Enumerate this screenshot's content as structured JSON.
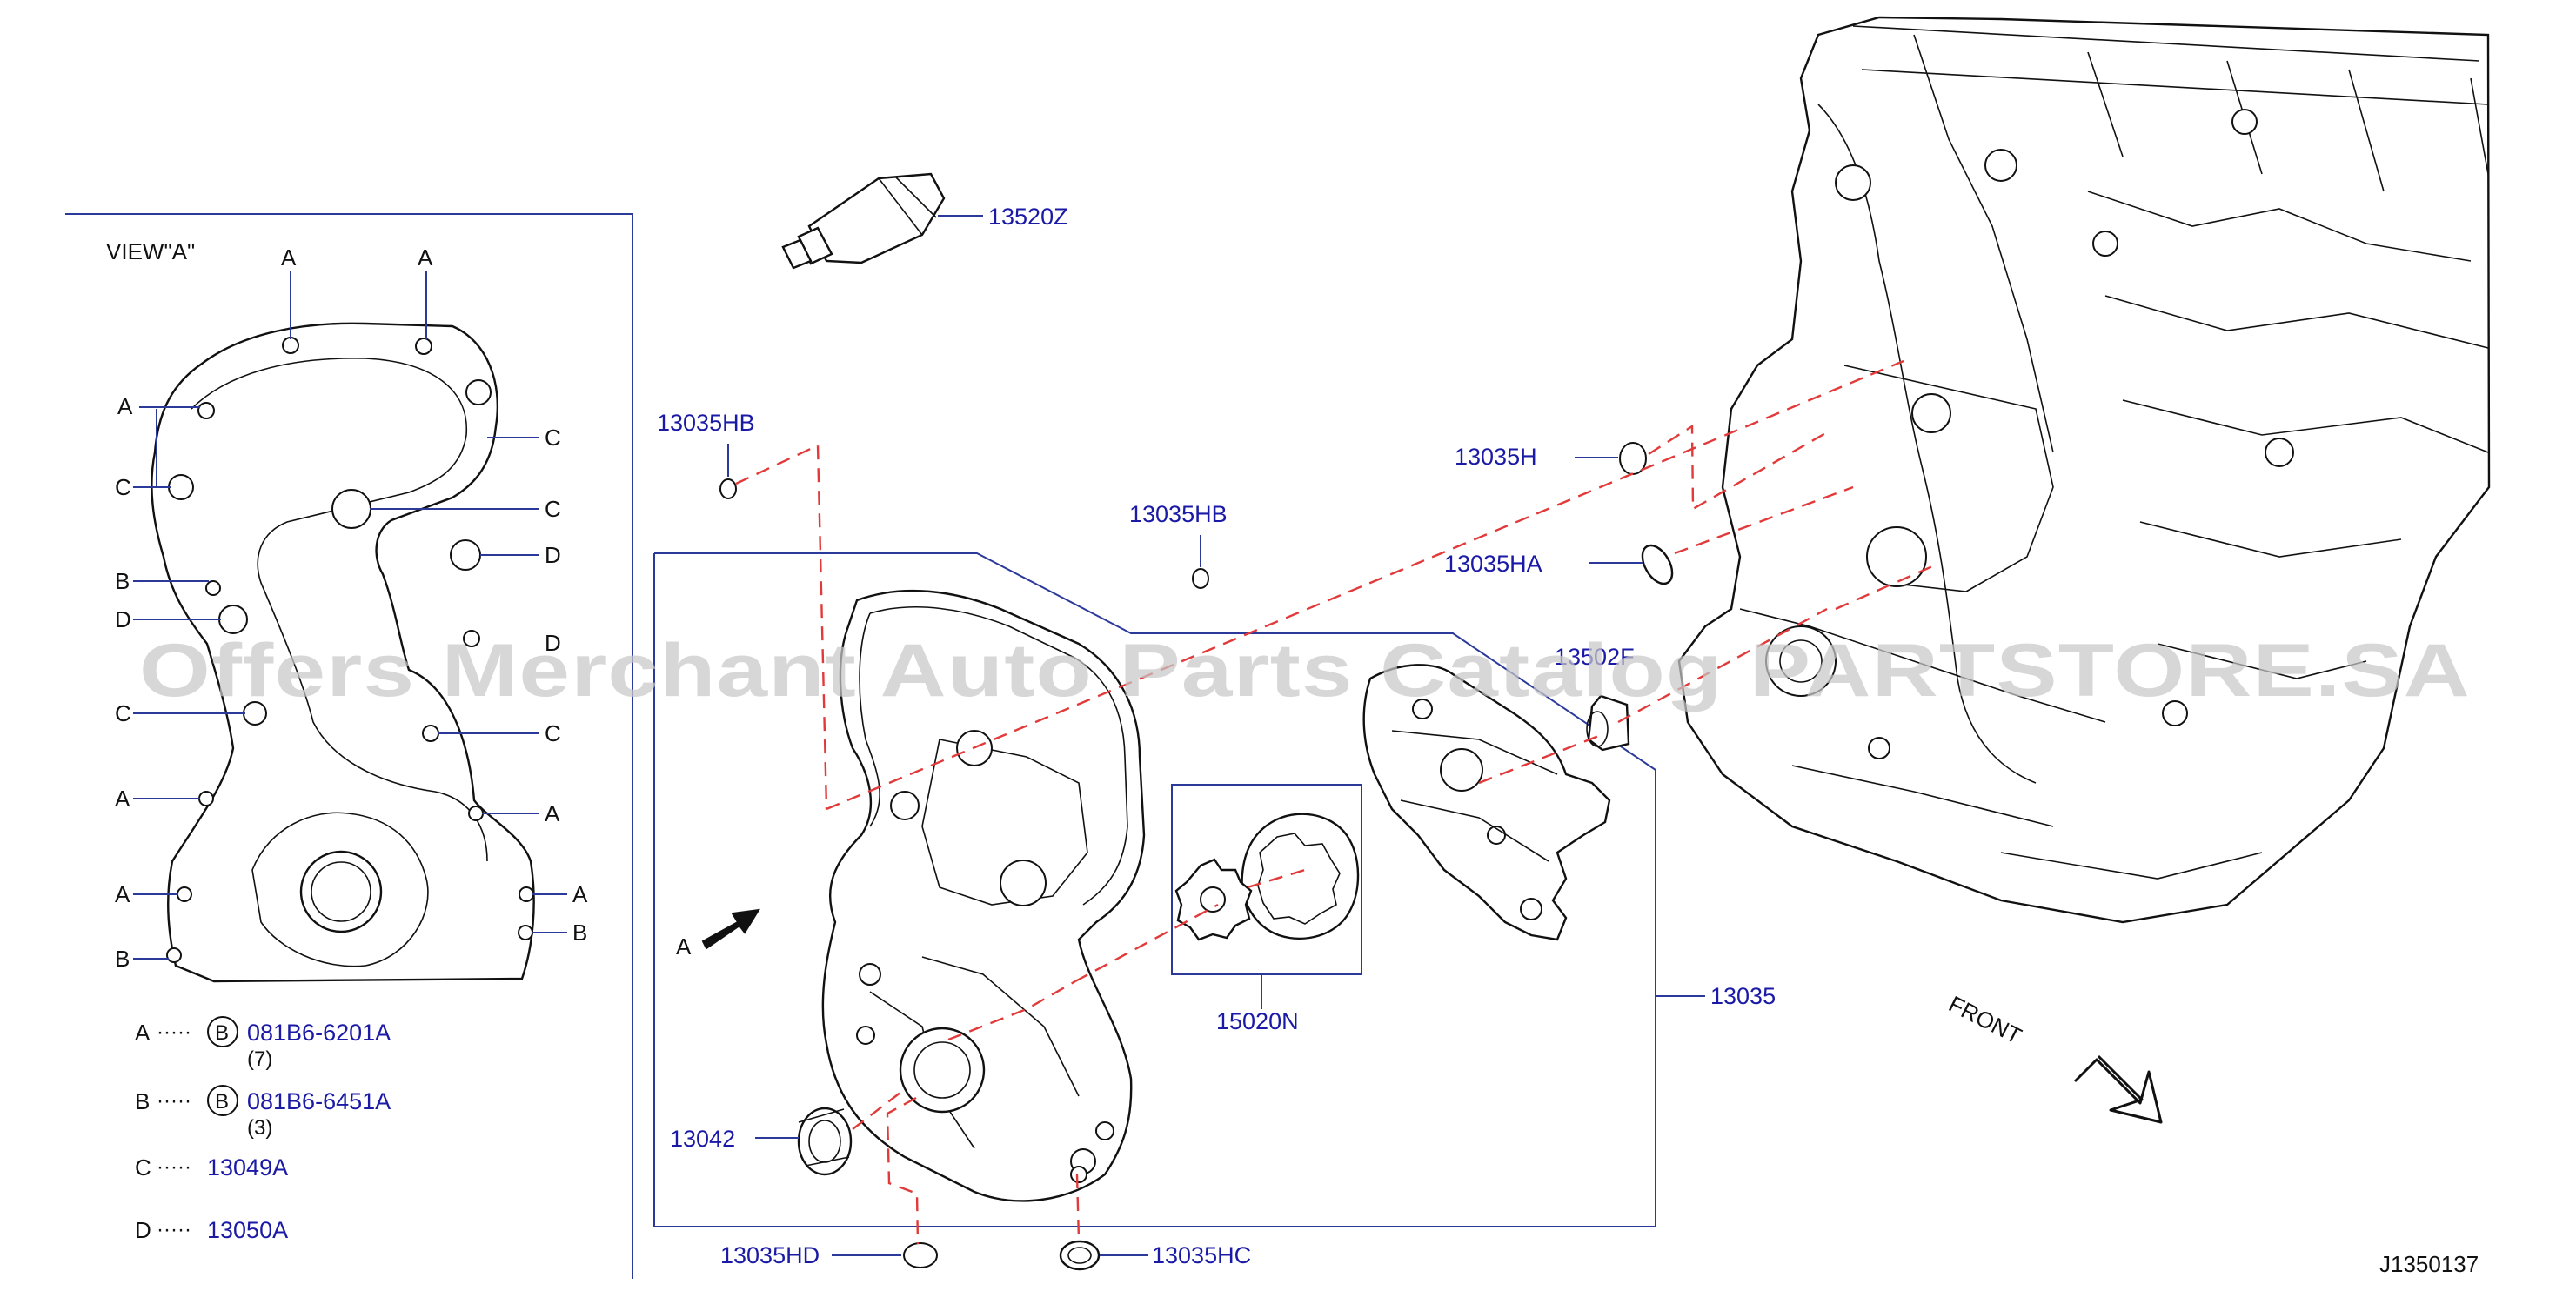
{
  "diagram": {
    "view_title": "VIEW\"A\"",
    "view_labels": {
      "a": "A",
      "b": "B",
      "c": "C",
      "d": "D"
    },
    "legend": [
      {
        "key": "A",
        "dots": "·····",
        "circled": "B",
        "part": "081B6-6201A",
        "qty": "(7)"
      },
      {
        "key": "B",
        "dots": "·····",
        "circled": "B",
        "part": "081B6-6451A",
        "qty": "(3)"
      },
      {
        "key": "C",
        "dots": "·····",
        "part": "13049A"
      },
      {
        "key": "D",
        "dots": "·····",
        "part": "13050A"
      }
    ],
    "parts": {
      "p13520Z": "13520Z",
      "p13035HB_left": "13035HB",
      "p13035HB_mid": "13035HB",
      "p13035H": "13035H",
      "p13035HA": "13035HA",
      "p13502F": "13502F",
      "p15020N": "15020N",
      "p13035": "13035",
      "p13042": "13042",
      "p13035HD": "13035HD",
      "p13035HC": "13035HC"
    },
    "arrow_label": "A",
    "front_label": "FRONT",
    "diagram_id": "J1350137",
    "watermark": "Offers Merchant Auto Parts Catalog PARTSTORE.SA",
    "colors": {
      "part_number": "#1a1aa6",
      "leader": "#2b3a9a",
      "dashed_guide": "#e23a3a",
      "line_art": "#111111",
      "watermark": "#c8c8c8"
    }
  }
}
